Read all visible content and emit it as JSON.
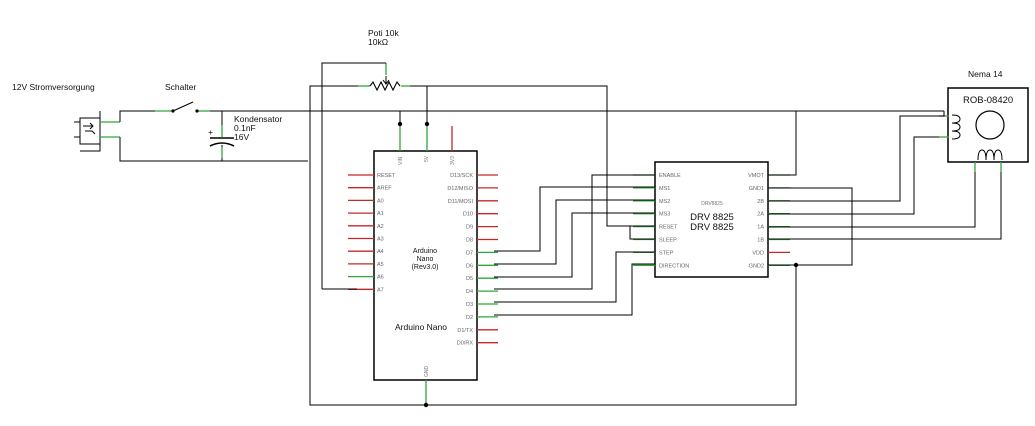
{
  "labels": {
    "power_supply": "12V Stromversorgung",
    "switch": "Schalter",
    "pot_name": "Poti 10k",
    "pot_value": "10kΩ",
    "cap_name": "Kondensator",
    "cap_value": "0.1nF",
    "cap_voltage": "16V",
    "motor_name": "Nema 14",
    "motor_part": "ROB-08420",
    "plus": "+"
  },
  "arduino": {
    "center_1": "Arduino",
    "center_2": "Nano",
    "center_3": "(Rev3.0)",
    "title": "Arduino Nano",
    "top_pins": [
      "VIN",
      "5V",
      "3V3"
    ],
    "bottom_pin": "GND",
    "left_pins": [
      "RESET",
      "AREF",
      "A0",
      "A1",
      "A2",
      "A3",
      "A4",
      "A5",
      "A6",
      "A7"
    ],
    "right_pins": [
      "D13/SCK",
      "D12/MISO",
      "D11/MOSI",
      "D10",
      "D9",
      "D8",
      "D7",
      "D6",
      "D5",
      "D4",
      "D3",
      "D2",
      "D1/TX",
      "D0/RX"
    ]
  },
  "driver": {
    "small_title": "DRV8825",
    "title_1": "DRV 8825",
    "title_2": "DRV 8825",
    "left_pins": [
      "ENABLE",
      "MS1",
      "MS2",
      "MS3",
      "RESET",
      "SLEEP",
      "STEP",
      "DIRECTION"
    ],
    "right_pins": [
      "VMOT",
      "GND1",
      "2B",
      "2A",
      "1A",
      "1B",
      "VDD",
      "GND2"
    ]
  },
  "colors": {
    "wire": "#000000",
    "connected_pin": "#2ea63a",
    "unconnected_pin": "#c62828",
    "label_text": "#111111",
    "pin_text": "#666666"
  }
}
